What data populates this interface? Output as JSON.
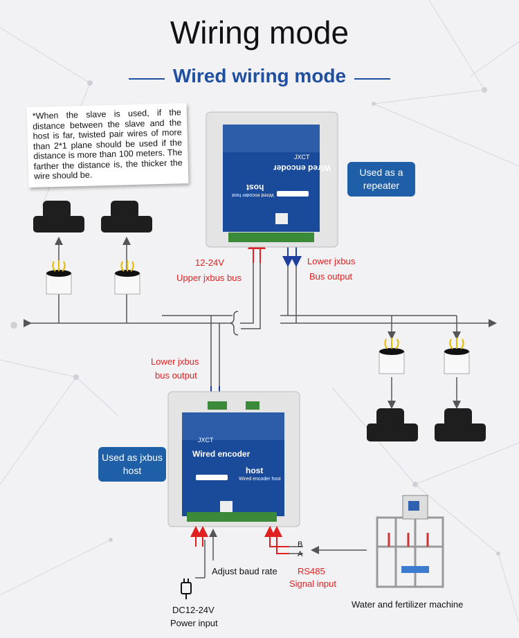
{
  "header": {
    "title": "Wiring mode",
    "subtitle": "Wired wiring mode"
  },
  "note": {
    "text": "*When the slave is used, if the distance between the slave and the host is far, twisted pair wires of more than 2*1 plane should be used if the distance is more than 100 meters. The farther the distance is, the thicker the wire should be."
  },
  "repeater": {
    "badge": "Used as a repeater",
    "device_brand": "JXCT",
    "device_name": "Wired encoder",
    "device_role": "host",
    "device_sub": "Wired encoder host"
  },
  "host": {
    "badge": "Used as jxbus host",
    "device_brand": "JXCT",
    "device_name": "Wired encoder",
    "device_role": "host",
    "device_sub": "Wired encoder host"
  },
  "labels": {
    "upper_voltage": "12-24V",
    "upper_bus": "Upper jxbus bus",
    "lower_bus_output_1": "Lower jxbus",
    "lower_bus_output_2": "Bus output",
    "host_lower_1": "Lower jxbus",
    "host_lower_2": "bus output",
    "baud": "Adjust baud rate",
    "rs485_1": "RS485",
    "rs485_2": "Signal input",
    "terminal_b": "B",
    "terminal_a": "A",
    "power_1": "DC12-24V",
    "power_2": "Power input",
    "machine": "Water and fertilizer machine"
  },
  "colors": {
    "accent_blue": "#1f4f9e",
    "badge_blue": "#1f5fa8",
    "device_blue": "#1a4a9a",
    "signal_red": "#e02020",
    "wire_gray": "#555555"
  }
}
